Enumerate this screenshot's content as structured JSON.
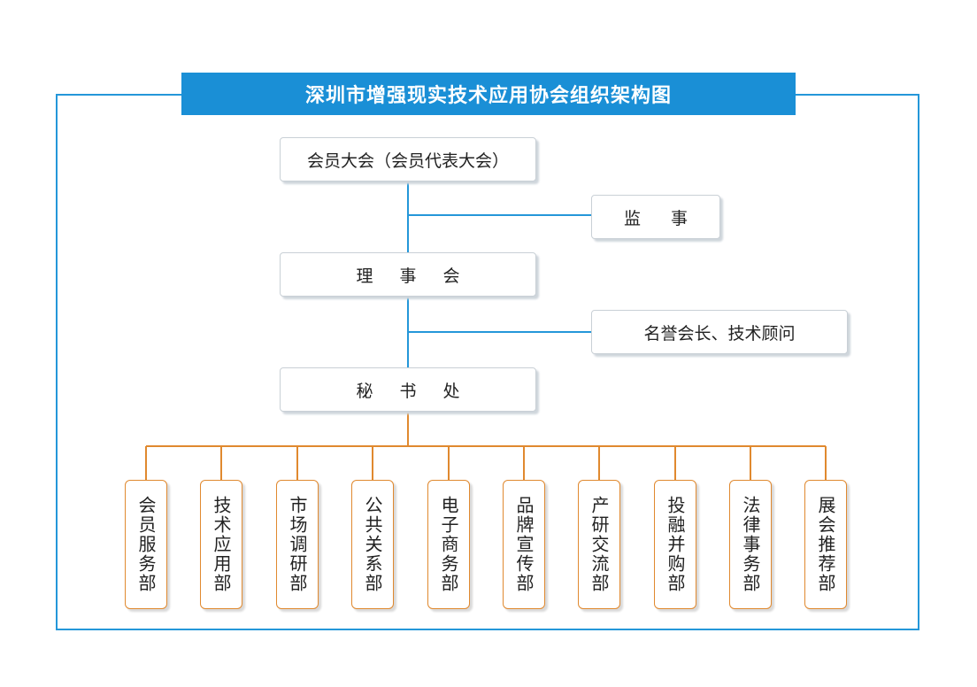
{
  "title": "深圳市增强现实技术应用协会组织架构图",
  "nodes": {
    "general_assembly": "会员大会（会员代表大会）",
    "supervisor": "监 事",
    "council": "理 事 会",
    "honorary": "名誉会长、技术顾问",
    "secretariat": "秘 书 处"
  },
  "departments": [
    "会员服务部",
    "技术应用部",
    "市场调研部",
    "公共关系部",
    "电子商务部",
    "品牌宣传部",
    "产研交流部",
    "投融并购部",
    "法律事务部",
    "展会推荐部"
  ],
  "colors": {
    "frame": "#2497d9",
    "title_bg": "#1a8fd6",
    "dept_border": "#e0892f"
  }
}
